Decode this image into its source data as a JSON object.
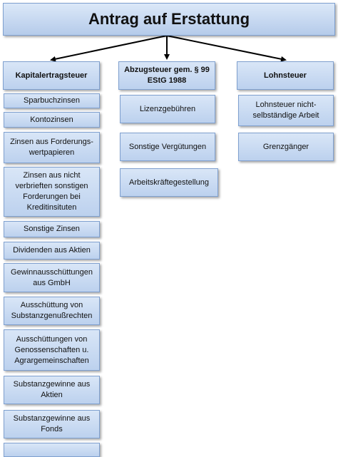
{
  "title": "Antrag auf Erstattung",
  "columns": [
    {
      "header": "Kapitalertragsteuer",
      "items": [
        "Sparbuchzinsen",
        "Kontozinsen",
        "Zinsen aus Forderungs-\nwertpapieren",
        "Zinsen aus nicht verbrieften sonstigen Forderungen bei Kreditinsituten",
        "Sonstige Zinsen",
        "Dividenden aus Aktien",
        "Gewinnausschüttungen aus GmbH",
        "Ausschüttung von Substanzgenußrechten",
        "Ausschüttungen von Genossenschaften u. Agrargemeinschaften",
        "Substanzgewinne  aus Aktien",
        "Substanzgewinne aus Fonds"
      ]
    },
    {
      "header": "Abzugsteuer gem. § 99 EStG 1988",
      "items": [
        "Lizenzgebühren",
        "Sonstige Vergütungen",
        "Arbeitskräftegestellung"
      ]
    },
    {
      "header": "Lohnsteuer",
      "items": [
        "Lohnsteuer nicht-selbständige Arbeit",
        "Grenzgänger"
      ]
    }
  ]
}
